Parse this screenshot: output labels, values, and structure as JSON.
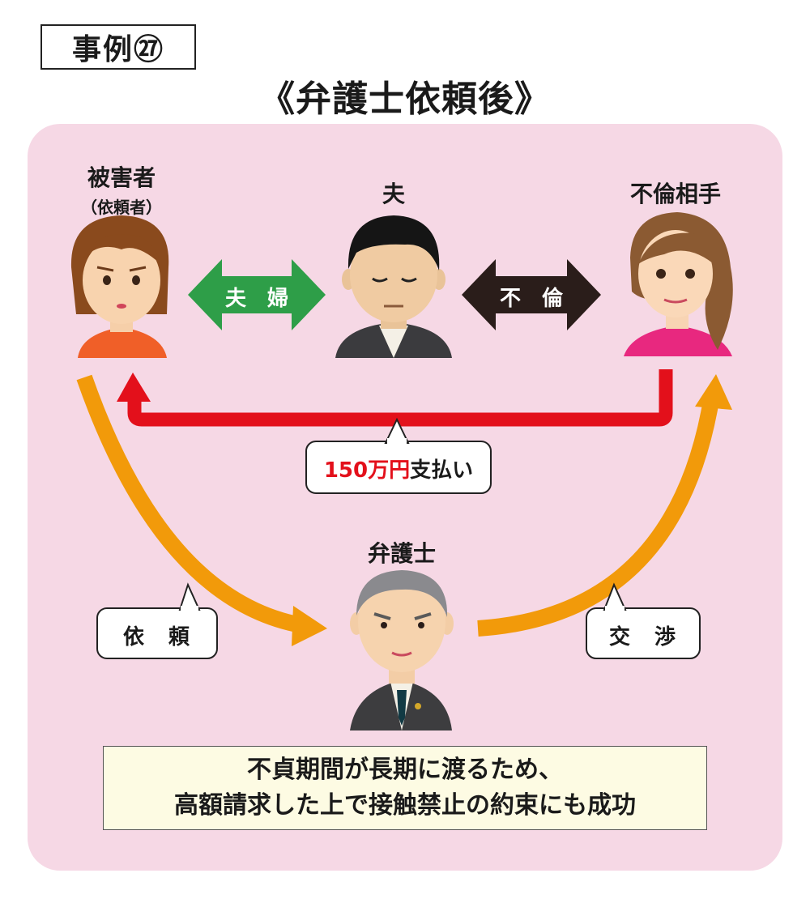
{
  "header": {
    "case_label": "事例㉗",
    "title": "《弁護士依頼後》"
  },
  "people": {
    "victim": {
      "label": "被害者",
      "sublabel": "（依頼者）"
    },
    "husband": {
      "label": "夫"
    },
    "partner": {
      "label": "不倫相手"
    },
    "lawyer": {
      "label": "弁護士"
    }
  },
  "relations": {
    "couple": "夫　婦",
    "affair": "不　倫"
  },
  "payment": {
    "amount": "150万円",
    "action": "支払い"
  },
  "callouts": {
    "request": "依　頼",
    "negotiation": "交　渉"
  },
  "conclusion": {
    "line1": "不貞期間が長期に渡るため、",
    "line2": "高額請求した上で接触禁止の約束にも成功"
  },
  "colors": {
    "panel": "#f6d8e5",
    "couple_arrow": "#2e9e48",
    "affair_arrow": "#2a1d1a",
    "payment_arrow": "#e3101b",
    "flow_arrow": "#f29a0a",
    "amount_text": "#e3101b"
  }
}
